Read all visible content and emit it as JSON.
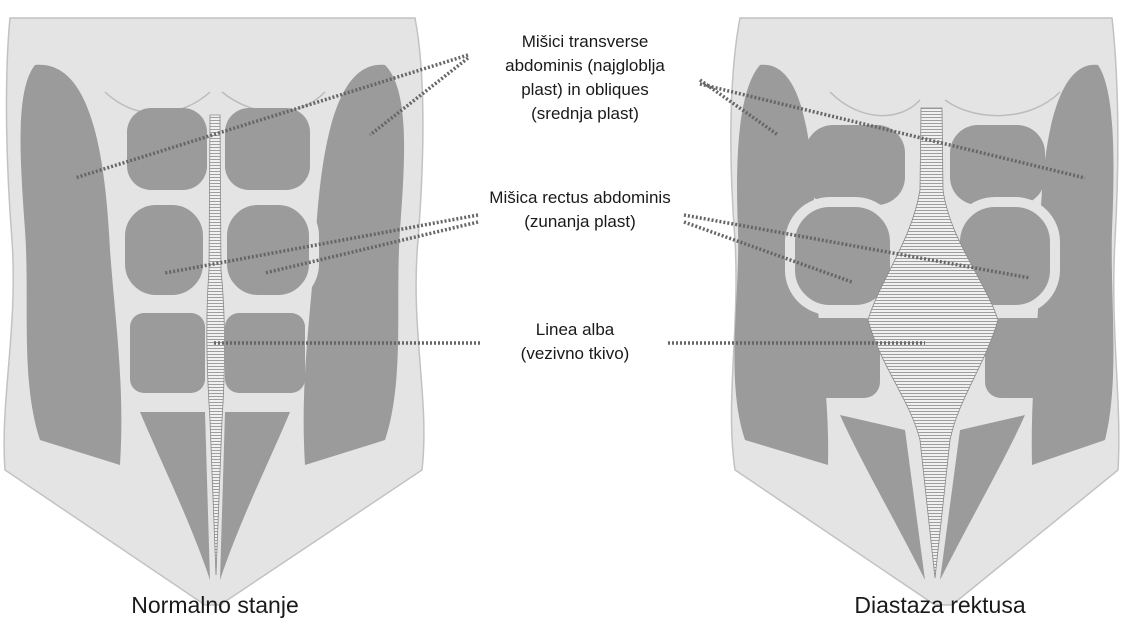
{
  "figures": {
    "left_caption": "Normalno stanje",
    "right_caption": "Diastaza rektusa"
  },
  "labels": {
    "transverse": [
      "Mišici transverse",
      "abdominis (najgloblja",
      "plast) in obliques",
      "(srednja plast)"
    ],
    "rectus": [
      "Mišica rectus abdominis",
      "(zunanja plast)"
    ],
    "linea": [
      "Linea alba",
      "(vezivno tkivo)"
    ]
  },
  "colors": {
    "body": "#e4e4e4",
    "muscle": "#9b9b9b",
    "outline": "#c2c2c2",
    "leader": "#666666"
  }
}
